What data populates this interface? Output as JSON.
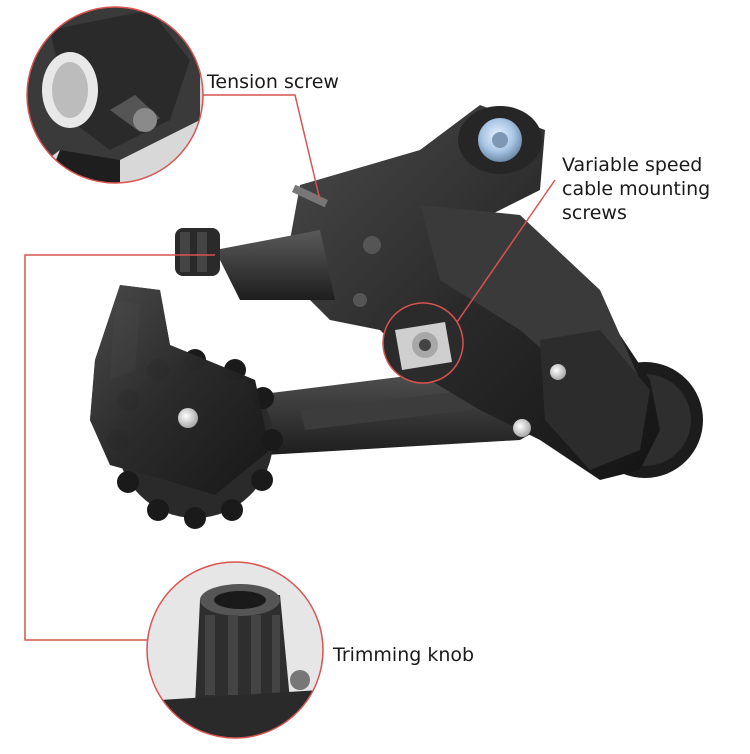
{
  "image": {
    "subject": "bicycle rear derailleur",
    "background": "#ffffff",
    "callout_color": "#d9534f"
  },
  "callouts": [
    {
      "id": "tension",
      "label": "Tension screw"
    },
    {
      "id": "cable",
      "label": "Variable speed cable mounting screws"
    },
    {
      "id": "trim",
      "label": "Trimming knob"
    }
  ]
}
